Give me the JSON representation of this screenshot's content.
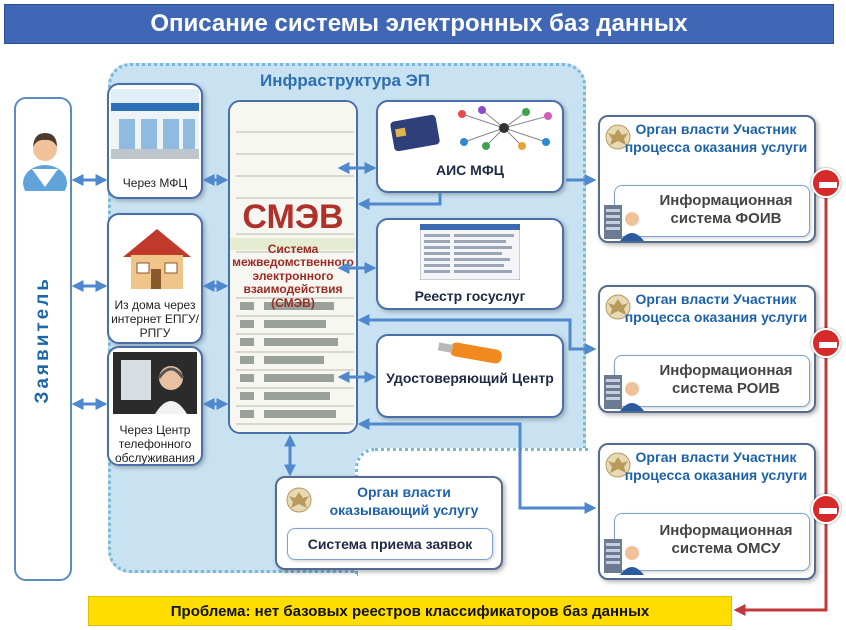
{
  "title": "Описание системы электронных баз данных",
  "infrastructure_label": "Инфраструктура ЭП",
  "applicant_label": "Заявитель",
  "channels": [
    {
      "label": "Через МФЦ"
    },
    {
      "label": "Из дома через интернет ЕПГУ/РПГУ"
    },
    {
      "label": "Через Центр телефонного обслуживания"
    }
  ],
  "smev": {
    "acronym": "СМЭВ",
    "full_name": "Система межведомственного электронного взаимодействия (СМЭВ)"
  },
  "services": [
    {
      "label": "АИС МФЦ"
    },
    {
      "label": "Реестр госуслуг"
    },
    {
      "label": "Удостоверяющий Центр"
    }
  ],
  "providing_authority": {
    "title": "Орган власти оказывающий услугу",
    "system": "Система приема заявок"
  },
  "authorities": [
    {
      "title": "Орган власти Участник процесса оказания услуги",
      "system": "Информационная система ФОИВ"
    },
    {
      "title": "Орган власти Участник процесса оказания услуги",
      "system": "Информационная система РОИВ"
    },
    {
      "title": "Орган власти Участник процесса оказания услуги",
      "system": "Информационная система ОМСУ"
    }
  ],
  "problem": "Проблема: нет базовых реестров классификаторов баз данных",
  "colors": {
    "title_bg": "#3f67b6",
    "infra_bg": "#c8e2f2",
    "connector": "#4f88cc",
    "smev_text": "#b0302c",
    "authority_text": "#1d62a8",
    "problem_bg": "#ffdd00",
    "problem_line": "#c0393b",
    "no_sign": "#d62a2a"
  }
}
